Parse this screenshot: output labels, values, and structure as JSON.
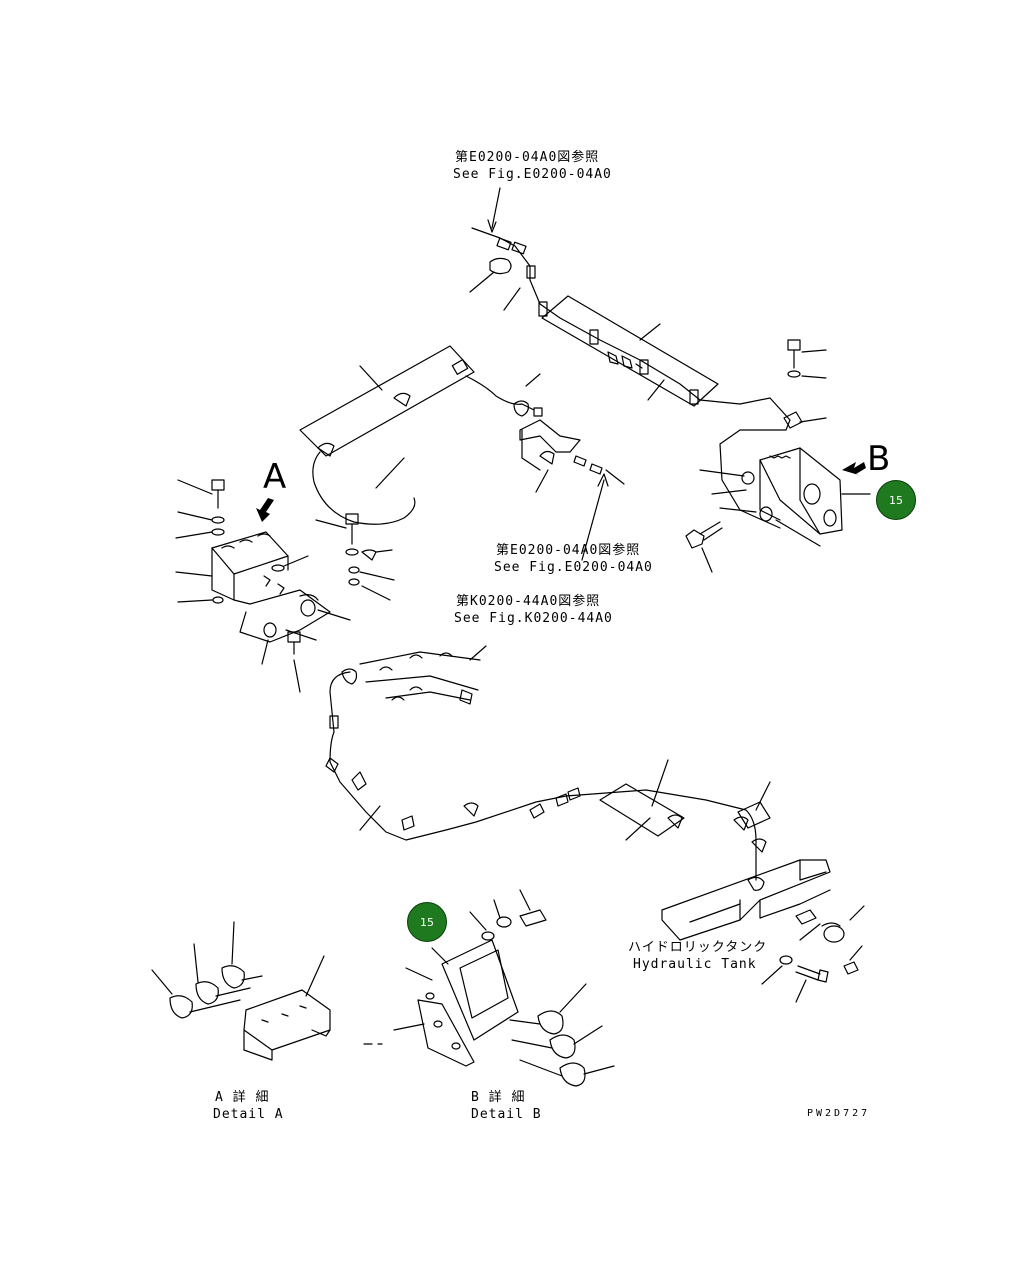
{
  "references": {
    "top_jp": "第E0200-04A0図参照",
    "top_en": "See Fig.E0200-04A0",
    "mid_jp": "第E0200-04A0図参照",
    "mid_en": "See Fig.E0200-04A0",
    "k_jp": "第K0200-44A0図参照",
    "k_en": "See Fig.K0200-44A0"
  },
  "view_labels": {
    "a": "A",
    "b": "B"
  },
  "callouts": [
    {
      "number": "15"
    },
    {
      "number": "15"
    }
  ],
  "hydraulic_tank": {
    "jp": "ハイドロリックタンク",
    "en": "Hydraulic Tank"
  },
  "details": {
    "a_jp": "A 詳 細",
    "a_en": "Detail A",
    "b_jp": "B 詳 細",
    "b_en": "Detail B"
  },
  "drawing_code": "PW2D727",
  "colors": {
    "callout_fill": "#1f7a1f",
    "line": "#000000"
  }
}
